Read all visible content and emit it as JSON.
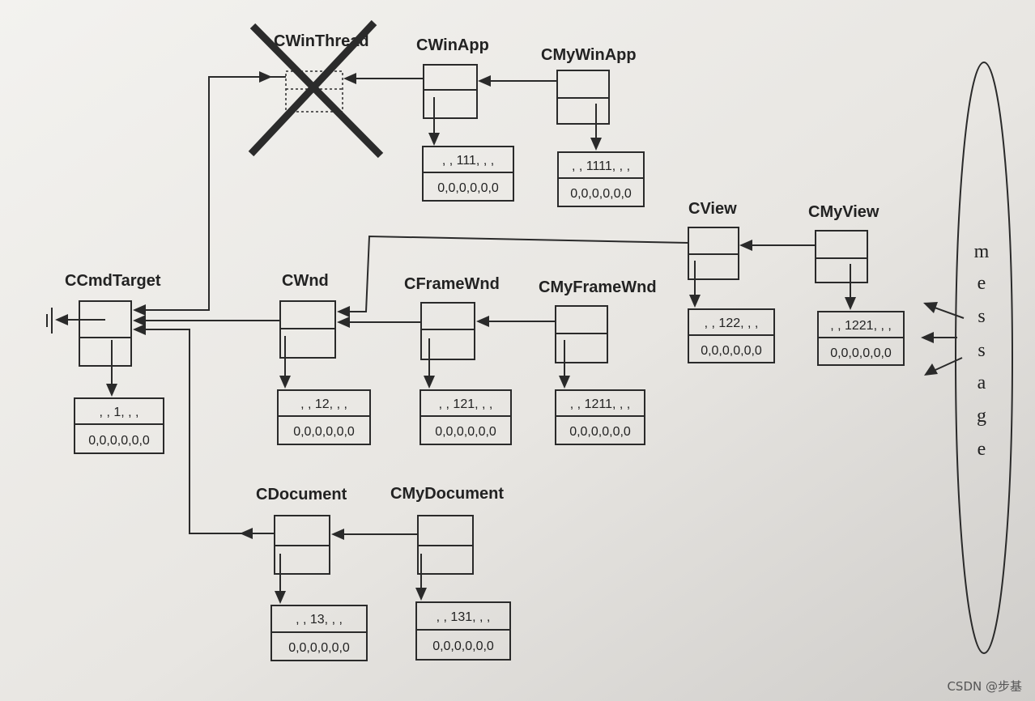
{
  "classes": {
    "cwinthread": {
      "name": "CWinThread"
    },
    "cwinapp": {
      "name": "CWinApp",
      "top": ", , 111, , ,",
      "bottom": "0,0,0,0,0,0"
    },
    "cmywinapp": {
      "name": "CMyWinApp",
      "top": ", , 1111, , ,",
      "bottom": "0,0,0,0,0,0"
    },
    "ccmdtarget": {
      "name": "CCmdTarget",
      "top": ", , 1, , ,",
      "bottom": "0,0,0,0,0,0"
    },
    "cwnd": {
      "name": "CWnd",
      "top": ", , 12, , ,",
      "bottom": "0,0,0,0,0,0"
    },
    "cframewnd": {
      "name": "CFrameWnd",
      "top": ", , 121, , ,",
      "bottom": "0,0,0,0,0,0"
    },
    "cmyframewnd": {
      "name": "CMyFrameWnd",
      "top": ", , 1211, , ,",
      "bottom": "0,0,0,0,0,0"
    },
    "cview": {
      "name": "CView",
      "top": ", , 122, , ,",
      "bottom": "0,0,0,0,0,0"
    },
    "cmyview": {
      "name": "CMyView",
      "top": ", , 1221, , ,",
      "bottom": "0,0,0,0,0,0"
    },
    "cdocument": {
      "name": "CDocument",
      "top": ", , 13, , ,",
      "bottom": "0,0,0,0,0,0"
    },
    "cmydocument": {
      "name": "CMyDocument",
      "top": ", , 131, , ,",
      "bottom": "0,0,0,0,0,0"
    }
  },
  "message_letters": [
    "m",
    "e",
    "s",
    "s",
    "a",
    "g",
    "e"
  ],
  "watermark": "CSDN @步基",
  "colors": {
    "background": "#e9e7e3",
    "ink": "#2a2a2a",
    "cross": "#2b2b2b"
  }
}
